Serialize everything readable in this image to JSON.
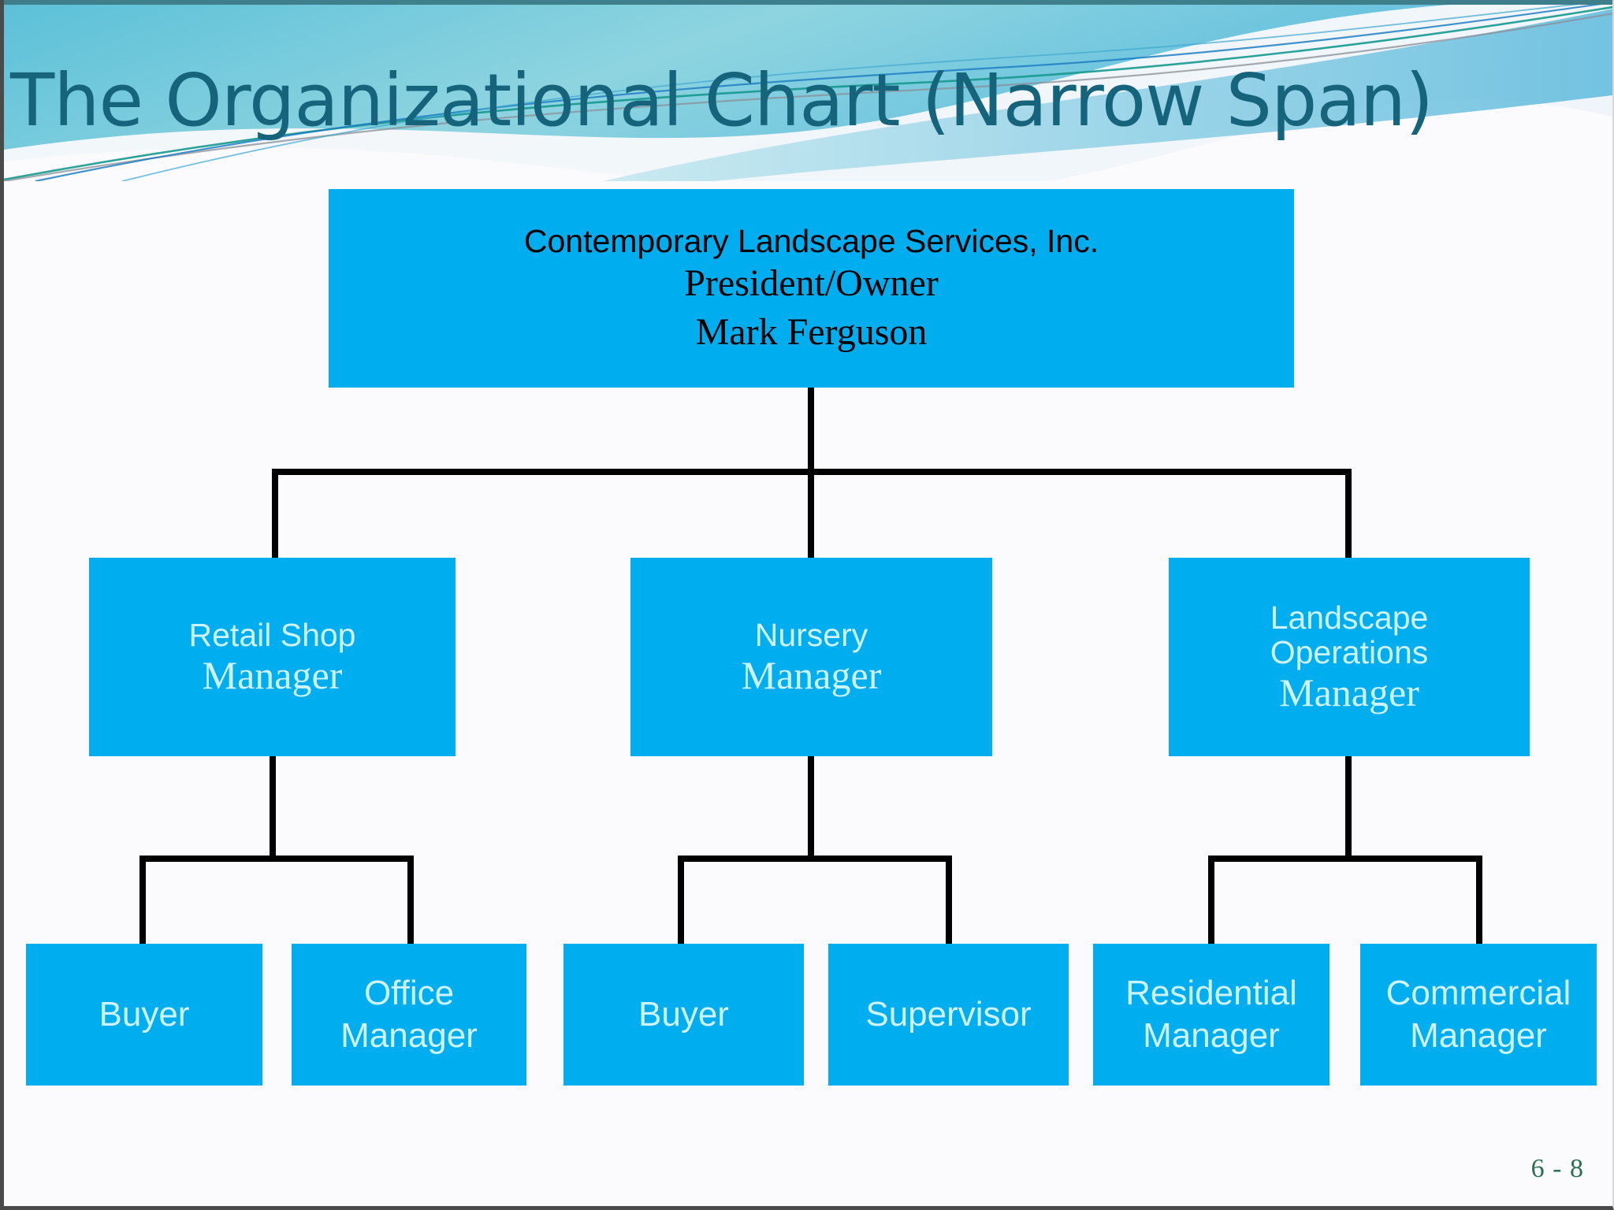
{
  "slide": {
    "title": "The Organizational Chart (Narrow Span)",
    "page_number": "6 - 8",
    "colors": {
      "box_fill": "#00ADEE",
      "title_text": "#16647c",
      "box_text_light": "#cdf3fb",
      "box_text_dark": "#000000",
      "connector": "#000000",
      "page_number_text": "#2d7050",
      "background": "#fbfafc",
      "header_band_dark": "#3f7f8c",
      "header_band_light": "#a9dde6"
    }
  },
  "chart_data": {
    "type": "diagram",
    "title": "The Organizational Chart (Narrow Span)",
    "diagram_kind": "organizational-chart",
    "span_type": "narrow",
    "levels": 3,
    "nodes": [
      {
        "id": "root",
        "level": 1,
        "lines": [
          "Contemporary Landscape Services, Inc.",
          "President/Owner",
          "Mark Ferguson"
        ],
        "company": "Contemporary Landscape Services, Inc.",
        "role": "President/Owner",
        "person": "Mark Ferguson",
        "parent": null,
        "children": [
          "retail-shop-manager",
          "nursery-manager",
          "landscape-operations-manager"
        ]
      },
      {
        "id": "retail-shop-manager",
        "level": 2,
        "lines": [
          "Retail Shop",
          "Manager"
        ],
        "department": "Retail Shop",
        "role": "Manager",
        "parent": "root",
        "children": [
          "retail-buyer",
          "office-manager"
        ]
      },
      {
        "id": "nursery-manager",
        "level": 2,
        "lines": [
          "Nursery",
          "Manager"
        ],
        "department": "Nursery",
        "role": "Manager",
        "parent": "root",
        "children": [
          "nursery-buyer",
          "nursery-supervisor"
        ]
      },
      {
        "id": "landscape-operations-manager",
        "level": 2,
        "lines": [
          "Landscape",
          "Operations",
          "Manager"
        ],
        "department": "Landscape Operations",
        "role": "Manager",
        "parent": "root",
        "children": [
          "residential-manager",
          "commercial-manager"
        ]
      },
      {
        "id": "retail-buyer",
        "level": 3,
        "lines": [
          "Buyer"
        ],
        "role": "Buyer",
        "parent": "retail-shop-manager",
        "children": []
      },
      {
        "id": "office-manager",
        "level": 3,
        "lines": [
          "Office",
          "Manager"
        ],
        "role": "Office Manager",
        "parent": "retail-shop-manager",
        "children": []
      },
      {
        "id": "nursery-buyer",
        "level": 3,
        "lines": [
          "Buyer"
        ],
        "role": "Buyer",
        "parent": "nursery-manager",
        "children": []
      },
      {
        "id": "nursery-supervisor",
        "level": 3,
        "lines": [
          "Supervisor"
        ],
        "role": "Supervisor",
        "parent": "nursery-manager",
        "children": []
      },
      {
        "id": "residential-manager",
        "level": 3,
        "lines": [
          "Residential",
          "Manager"
        ],
        "role": "Residential Manager",
        "parent": "landscape-operations-manager",
        "children": []
      },
      {
        "id": "commercial-manager",
        "level": 3,
        "lines": [
          "Commercial",
          "Manager"
        ],
        "role": "Commercial Manager",
        "parent": "landscape-operations-manager",
        "children": []
      }
    ]
  },
  "org": {
    "root": {
      "company": "Contemporary Landscape Services, Inc.",
      "role": "President/Owner",
      "person": "Mark Ferguson"
    },
    "tier2": [
      {
        "line1": "Retail Shop",
        "line2": "Manager"
      },
      {
        "line1": "Nursery",
        "line2": "Manager"
      },
      {
        "line1": "Landscape",
        "line1b": "Operations",
        "line2": "Manager"
      }
    ],
    "tier3": [
      {
        "line1": "Buyer",
        "line2": ""
      },
      {
        "line1": "Office",
        "line2": "Manager"
      },
      {
        "line1": "Buyer",
        "line2": ""
      },
      {
        "line1": "Supervisor",
        "line2": ""
      },
      {
        "line1": "Residential",
        "line2": "Manager"
      },
      {
        "line1": "Commercial",
        "line2": "Manager"
      }
    ]
  }
}
